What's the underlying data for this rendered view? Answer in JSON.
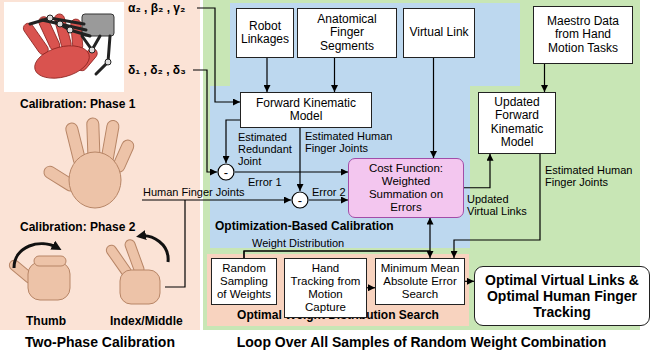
{
  "diagram": {
    "nodes": [
      {
        "text": [
          "Two-Phase Calibration"
        ]
      },
      {
        "text": [
          "Loop Over All Samples of Random Weight Combination"
        ]
      },
      {
        "text": [
          "Optimization-Based Calibration"
        ],
        "in": 1
      },
      {
        "text": [
          "Robot Linkages"
        ],
        "in": 2
      },
      {
        "text": [
          "Anatomical Finger Segments"
        ],
        "in": 2
      },
      {
        "text": [
          "Virtual Link"
        ],
        "in": 2
      },
      {
        "text": [
          "Maestro Data from Hand Motion Tasks"
        ],
        "in": 1
      },
      {
        "text": [
          "Forward Kinematic Model"
        ],
        "in": 2
      },
      {
        "text": [
          "Updated Forward Kinematic Model"
        ],
        "in": 1
      },
      {
        "text": [
          "-"
        ],
        "in": 2
      },
      {
        "text": [
          "-"
        ],
        "in": 2
      },
      {
        "text": [
          "Cost Function: Weighted Summation on Errors"
        ],
        "in": 2
      },
      {
        "text": [
          "Optimal Weight Distribution Search"
        ],
        "in": 1
      },
      {
        "text": [
          "Random Sampling of Weights"
        ],
        "in": 12
      },
      {
        "text": [
          "Hand Tracking from Motion Capture"
        ],
        "in": 12
      },
      {
        "text": [
          "Minimum Mean Absolute Error Search"
        ],
        "in": 12
      },
      {
        "text": [
          "Optimal Virtual Links & Optimal Human Finger Tracking"
        ]
      }
    ],
    "edges": [
      {
        "from": 3,
        "to": 7,
        "arrow": "to"
      },
      {
        "from": 4,
        "to": 7,
        "arrow": "to"
      },
      {
        "from": 5,
        "to": 11,
        "arrow": "to"
      },
      {
        "from": 6,
        "to": 8,
        "arrow": "to"
      },
      {
        "from": 7,
        "to": 9,
        "label": "Estimated Redundant Joint",
        "arrow": "to"
      },
      {
        "from": 7,
        "to": 10,
        "label": "Estimated Human Finger Joints",
        "arrow": "to"
      },
      {
        "from": 9,
        "to": 11,
        "label": "Error 1",
        "arrow": "to"
      },
      {
        "from": 10,
        "to": 11,
        "label": "Error 2",
        "arrow": "to"
      },
      {
        "from": 11,
        "to": 8,
        "label": "Updated Virtual Links",
        "arrow": "to"
      },
      {
        "from": 8,
        "to": 15,
        "label": "Estimated Human Finger Joints",
        "arrow": "to"
      },
      {
        "from": 13,
        "to": 11,
        "label": "Weight Distribution",
        "arrow": "to"
      },
      {
        "from": 13,
        "to": 15,
        "arrow": "to"
      },
      {
        "from": 14,
        "to": 15,
        "arrow": "to"
      },
      {
        "from": 15,
        "to": 16,
        "arrow": "to"
      }
    ],
    "labels": [
      "α₂ , β₂ , γ₂",
      "δ₁ , δ₂ , δ₃",
      "Calibration: Phase 1",
      "Human Finger Joints",
      "Calibration: Phase 2",
      "Thumb",
      "Index/Middle"
    ]
  }
}
